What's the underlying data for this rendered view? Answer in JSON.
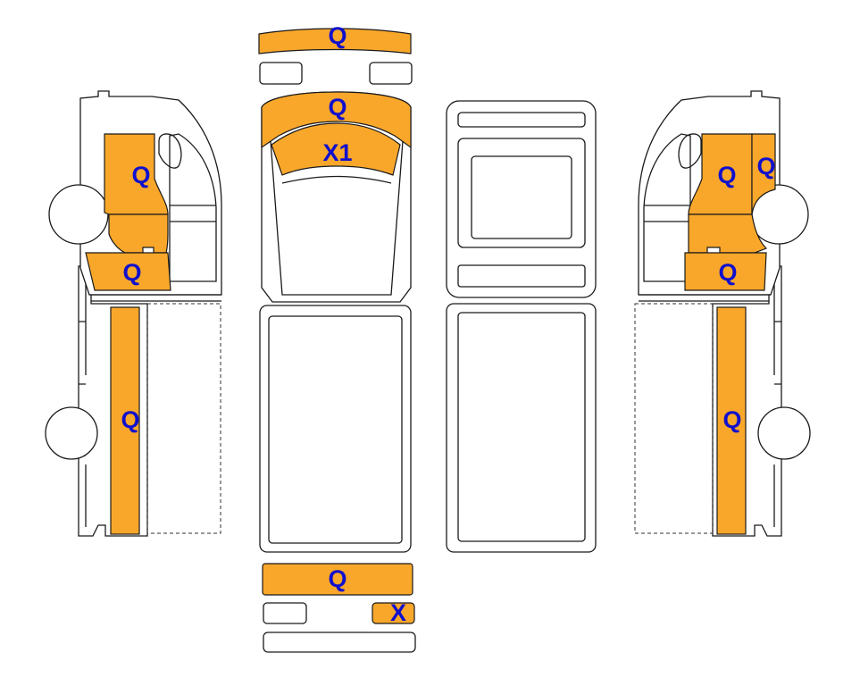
{
  "colors": {
    "zone_fill": "#F9A72B",
    "label_color": "#1010CC",
    "outline": "#1A1A1A"
  },
  "views": {
    "left_side": {
      "cab_upper": "Q",
      "cab_lower": "Q",
      "body_side": "Q"
    },
    "top_front": {
      "front_bumper": "Q",
      "hood_upper": "Q",
      "hood_lower": "X1"
    },
    "rear": {
      "rear_bumper": "Q",
      "rear_part": "X"
    },
    "right_side": {
      "cab_upper": "Q",
      "cab_corner": "Q",
      "cab_lower": "Q",
      "body_side": "Q"
    }
  }
}
